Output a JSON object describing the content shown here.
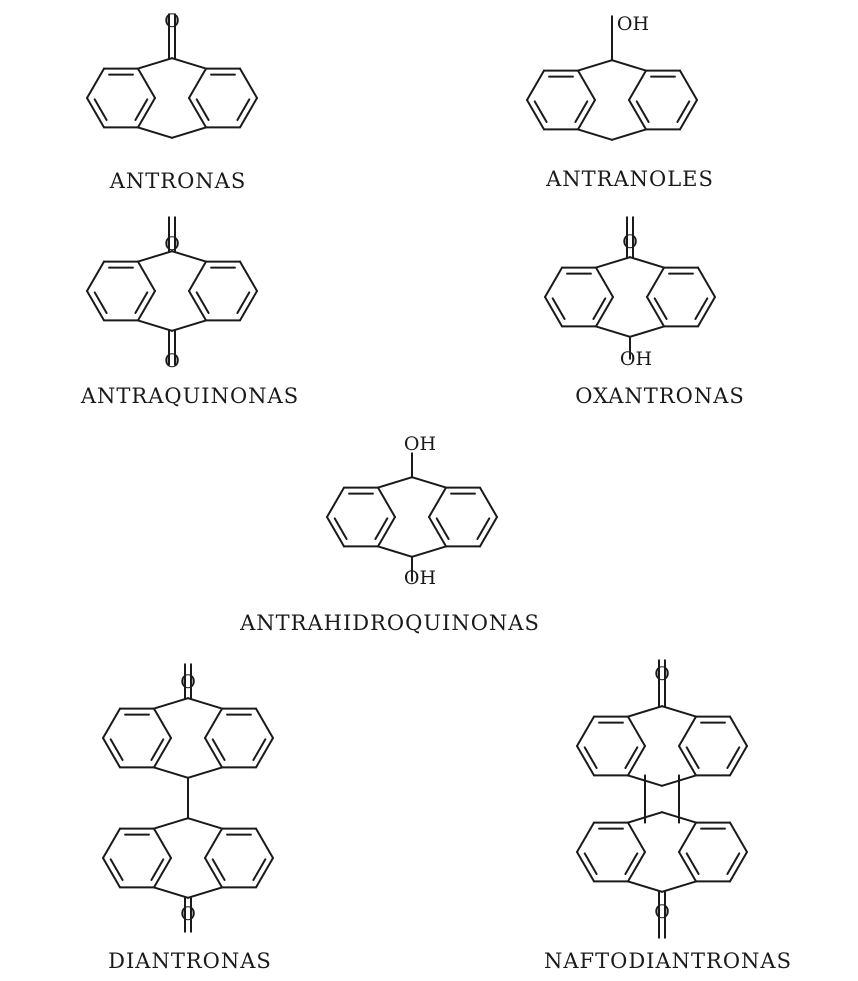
{
  "figure": {
    "structures": [
      {
        "id": "antronas",
        "name": "ANTRONAS"
      },
      {
        "id": "antranoles",
        "name": "ANTRANOLES"
      },
      {
        "id": "antraquinonas",
        "name": "ANTRAQUINONAS"
      },
      {
        "id": "oxantronas",
        "name": "OXANTRONAS"
      },
      {
        "id": "antrahidroquinonas",
        "name": "ANTRAHIDROQUINONAS"
      },
      {
        "id": "diantronas",
        "name": "DIANTRONAS"
      },
      {
        "id": "naftodiantronas",
        "name": "NAFTODIANTRONAS"
      }
    ],
    "atoms": {
      "oxygen": "O",
      "hydroxyl": "OH"
    }
  }
}
